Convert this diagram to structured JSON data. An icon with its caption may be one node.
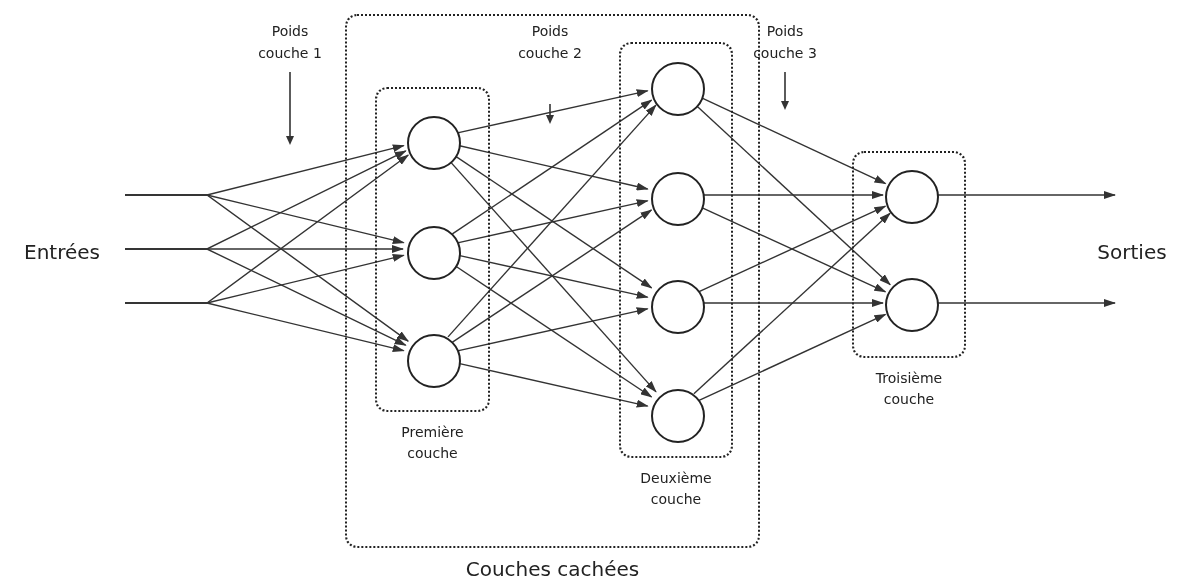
{
  "diagram": {
    "nodes": [
      {
        "text": [
          "Couches cachées"
        ]
      },
      {
        "text": [
          "Première couche"
        ],
        "in": 0
      },
      {
        "text": [],
        "shape": "circle",
        "in": 1
      },
      {
        "text": [],
        "shape": "circle",
        "in": 1
      },
      {
        "text": [],
        "shape": "circle",
        "in": 1
      },
      {
        "text": [
          "Deuxième couche"
        ],
        "in": 0
      },
      {
        "text": [],
        "shape": "circle",
        "in": 5
      },
      {
        "text": [],
        "shape": "circle",
        "in": 5
      },
      {
        "text": [],
        "shape": "circle",
        "in": 5
      },
      {
        "text": [],
        "shape": "circle",
        "in": 5
      },
      {
        "text": [
          "Troisième couche"
        ]
      },
      {
        "text": [],
        "shape": "circle",
        "in": 10
      },
      {
        "text": [],
        "shape": "circle",
        "in": 10
      }
    ],
    "edges": [
      {
        "from": null,
        "to": 2,
        "arrow": "to"
      },
      {
        "from": null,
        "to": 3,
        "arrow": "to"
      },
      {
        "from": null,
        "to": 4,
        "arrow": "to"
      },
      {
        "from": null,
        "to": 2,
        "arrow": "to"
      },
      {
        "from": null,
        "to": 3,
        "arrow": "to"
      },
      {
        "from": null,
        "to": 4,
        "arrow": "to"
      },
      {
        "from": null,
        "to": 2,
        "arrow": "to"
      },
      {
        "from": null,
        "to": 3,
        "arrow": "to"
      },
      {
        "from": null,
        "to": 4,
        "arrow": "to"
      },
      {
        "from": 2,
        "to": 6,
        "arrow": "to"
      },
      {
        "from": 2,
        "to": 7,
        "arrow": "to"
      },
      {
        "from": 2,
        "to": 8,
        "arrow": "to"
      },
      {
        "from": 2,
        "to": 9,
        "arrow": "to"
      },
      {
        "from": 3,
        "to": 6,
        "arrow": "to"
      },
      {
        "from": 3,
        "to": 7,
        "arrow": "to"
      },
      {
        "from": 3,
        "to": 8,
        "arrow": "to"
      },
      {
        "from": 3,
        "to": 9,
        "arrow": "to"
      },
      {
        "from": 4,
        "to": 6,
        "arrow": "to"
      },
      {
        "from": 4,
        "to": 7,
        "arrow": "to"
      },
      {
        "from": 4,
        "to": 8,
        "arrow": "to"
      },
      {
        "from": 4,
        "to": 9,
        "arrow": "to"
      },
      {
        "from": 6,
        "to": 11,
        "arrow": "to"
      },
      {
        "from": 6,
        "to": 12,
        "arrow": "to"
      },
      {
        "from": 7,
        "to": 11,
        "arrow": "to"
      },
      {
        "from": 7,
        "to": 12,
        "arrow": "to"
      },
      {
        "from": 8,
        "to": 11,
        "arrow": "to"
      },
      {
        "from": 8,
        "to": 12,
        "arrow": "to"
      },
      {
        "from": 9,
        "to": 11,
        "arrow": "to"
      },
      {
        "from": 9,
        "to": 12,
        "arrow": "to"
      },
      {
        "from": 11,
        "to": null,
        "arrow": "to"
      },
      {
        "from": 12,
        "to": null,
        "arrow": "to"
      }
    ],
    "labels": [
      "Poids couche 1",
      "Poids couche 2",
      "Poids couche 3",
      "Entrées",
      "Sorties"
    ]
  }
}
